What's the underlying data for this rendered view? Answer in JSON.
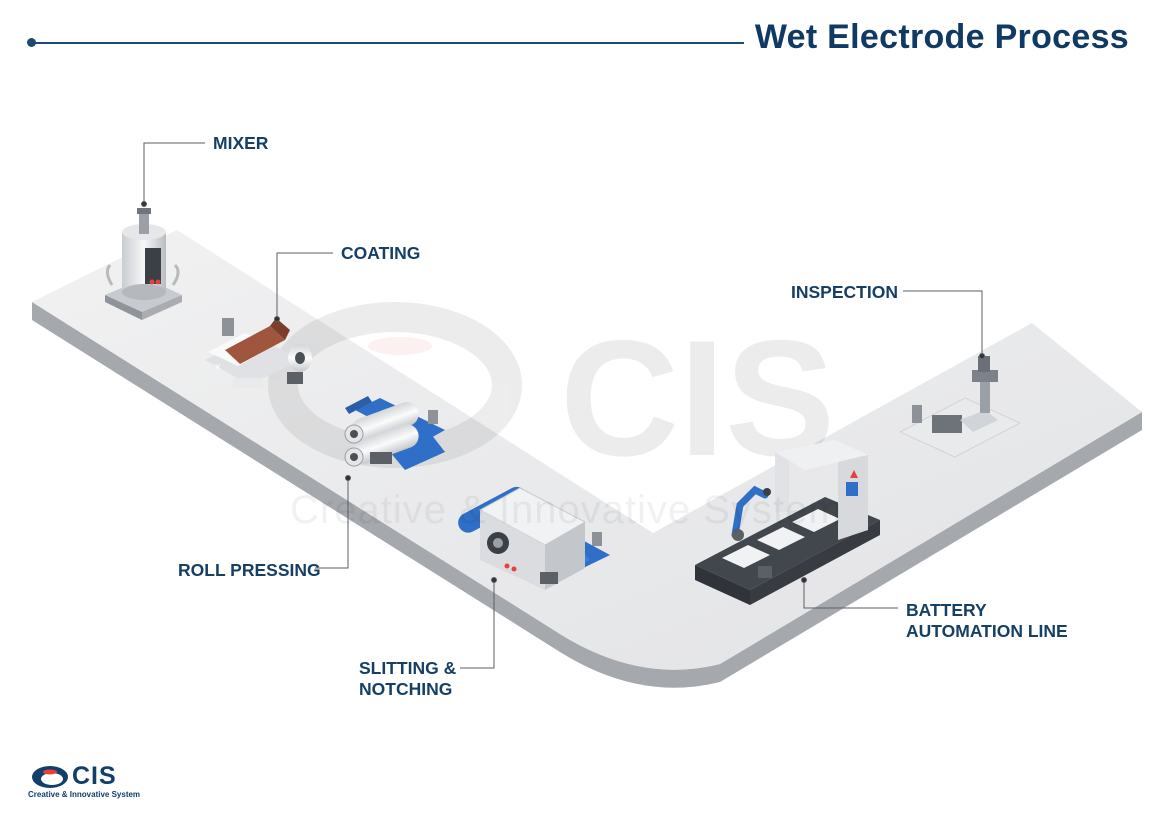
{
  "header": {
    "title": "Wet Electrode Process"
  },
  "stations": {
    "mixer": {
      "label": "MIXER"
    },
    "coating": {
      "label": "COATING"
    },
    "roll_pressing": {
      "label": "ROLL PRESSING"
    },
    "slitting": {
      "label_line1": "SLITTING &",
      "label_line2": "NOTCHING"
    },
    "inspection": {
      "label": "INSPECTION"
    },
    "battery_line": {
      "label_line1": "BATTERY",
      "label_line2": "AUTOMATION LINE"
    }
  },
  "watermark": {
    "logo_text": "CIS",
    "subtitle": "Creative & Innovative System"
  },
  "logo": {
    "name": "CIS",
    "subtitle": "Creative & Innovative System"
  },
  "colors": {
    "navy": "#143a5e",
    "platform_top": "#ececed",
    "platform_side": "#a5a8ac",
    "electrode_blue": "#2f6fc7",
    "copper": "#a0563e",
    "accent_red": "#e54040"
  }
}
